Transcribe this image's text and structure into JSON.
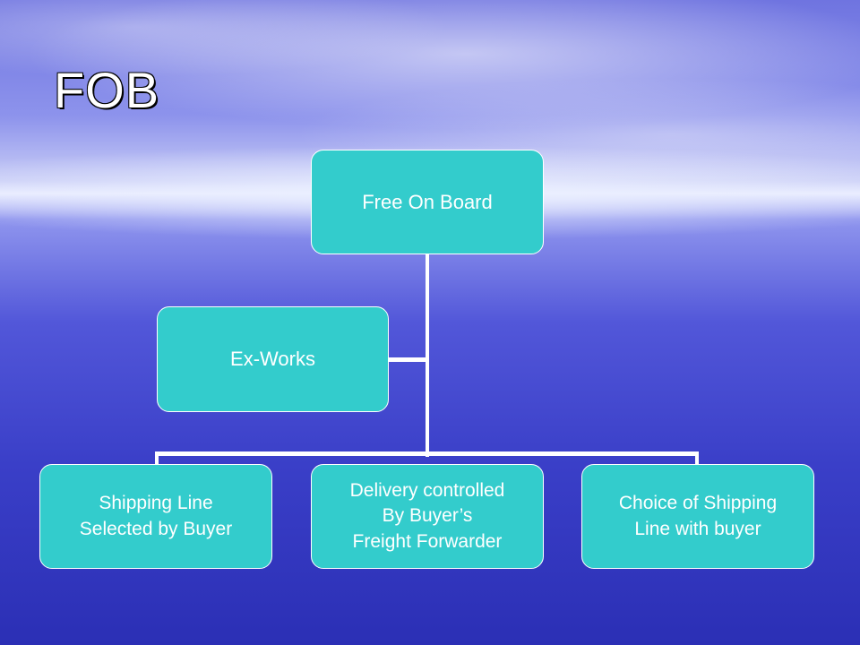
{
  "slide": {
    "title": "FOB"
  },
  "diagram": {
    "root": {
      "label": "Free On Board"
    },
    "assistant": {
      "label": "Ex-Works"
    },
    "children": [
      {
        "label": "Shipping Line\nSelected by Buyer"
      },
      {
        "label": "Delivery controlled\nBy Buyer’s\nFreight Forwarder"
      },
      {
        "label": "Choice of Shipping\nLine with buyer"
      }
    ]
  },
  "colors": {
    "node_fill": "#33cccc",
    "node_text": "#ffffff",
    "connector": "#ffffff"
  }
}
